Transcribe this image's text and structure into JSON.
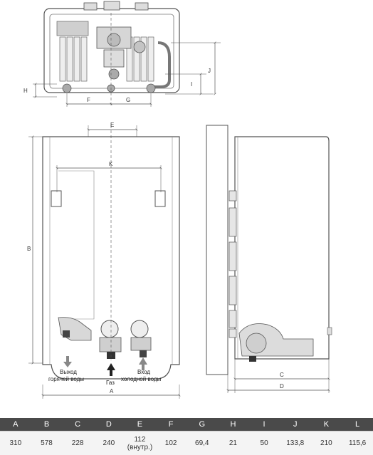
{
  "dimension_letters": {
    "A": "A",
    "B": "B",
    "C": "C",
    "D": "D",
    "E": "E",
    "F": "F",
    "G": "G",
    "H": "H",
    "I": "I",
    "J": "J",
    "K": "K"
  },
  "captions": {
    "hot_water_line1": "Выход",
    "hot_water_line2": "горячей воды",
    "gas": "Газ",
    "cold_water_line1": "Вход",
    "cold_water_line2": "холодной воды"
  },
  "colors": {
    "line": "#555555",
    "arrow_gray": "#888888",
    "arrow_dark": "#222222",
    "table_header_bg": "#4a4a4a",
    "table_row_bg": "#f4f4f4"
  },
  "table": {
    "headers": [
      "A",
      "B",
      "C",
      "D",
      "E",
      "F",
      "G",
      "H",
      "I",
      "J",
      "K",
      "L"
    ],
    "values": [
      {
        "main": "310"
      },
      {
        "main": "578"
      },
      {
        "main": "228"
      },
      {
        "main": "240"
      },
      {
        "main": "112",
        "sub": "(внутр.)"
      },
      {
        "main": "102"
      },
      {
        "main": "69,4"
      },
      {
        "main": "21"
      },
      {
        "main": "50"
      },
      {
        "main": "133,8"
      },
      {
        "main": "210"
      },
      {
        "main": "115,6"
      }
    ]
  }
}
